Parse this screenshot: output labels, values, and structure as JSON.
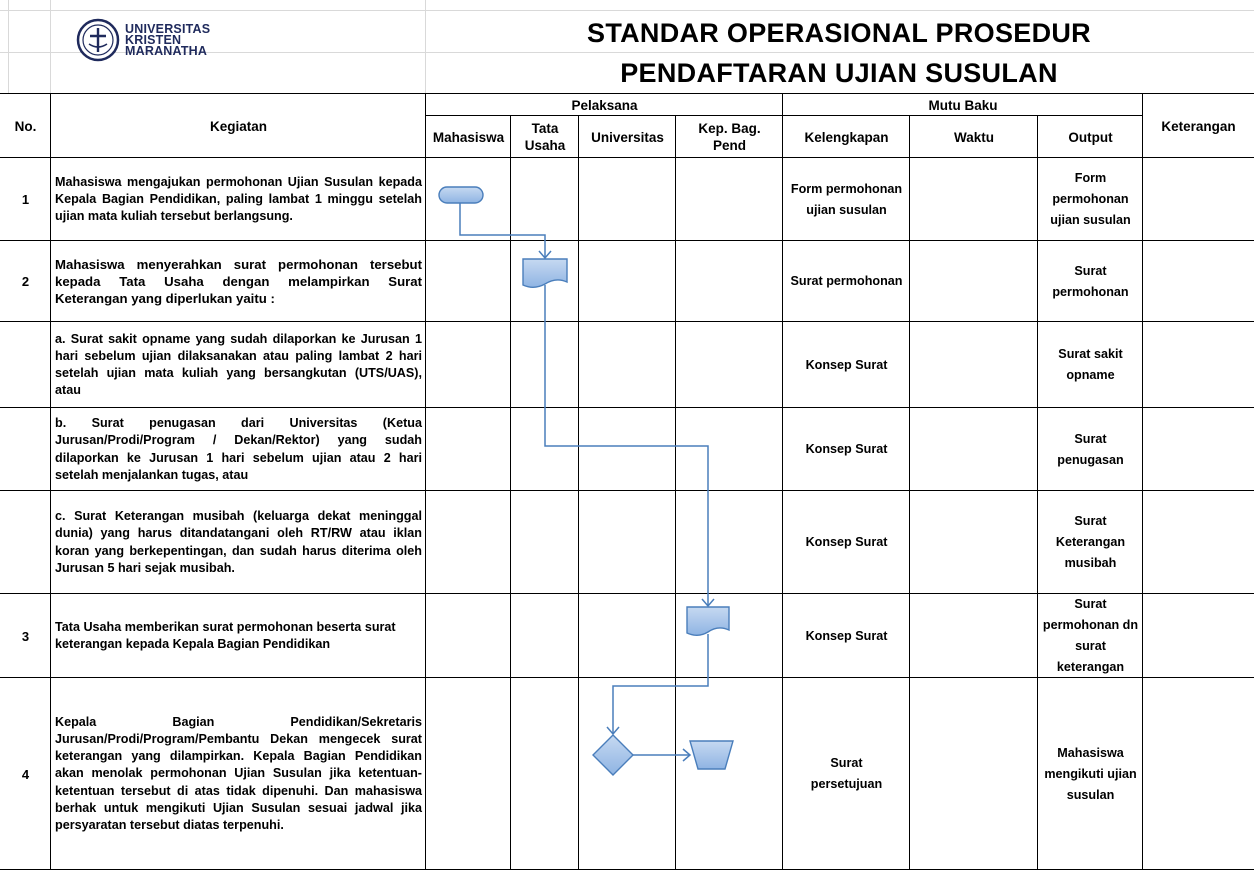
{
  "logo": {
    "line1": "UNIVERSITAS",
    "line2": "KRISTEN",
    "line3": "MARANATHA"
  },
  "title": {
    "line1": "STANDAR OPERASIONAL PROSEDUR",
    "line2": "PENDAFTARAN UJIAN SUSULAN"
  },
  "header": {
    "no": "No.",
    "kegiatan": "Kegiatan",
    "pelaksana": "Pelaksana",
    "mutu_baku": "Mutu Baku",
    "keterangan": "Keterangan",
    "mahasiswa": "Mahasiswa",
    "tata_usaha": "Tata Usaha",
    "universitas": "Universitas",
    "kep_bag_pend": "Kep. Bag. Pend",
    "kelengkapan": "Kelengkapan",
    "waktu": "Waktu",
    "output": "Output"
  },
  "rows": [
    {
      "no": "1",
      "kegiatan": "Mahasiswa mengajukan permohonan Ujian Susulan kepada Kepala Bagian Pendidikan, paling lambat 1 minggu setelah ujian mata kuliah tersebut berlangsung.",
      "kelengkapan": "Form permohonan ujian susulan",
      "waktu": "",
      "output": "Form permohonan ujian susulan",
      "keterangan": ""
    },
    {
      "no": "2",
      "kegiatan": "Mahasiswa menyerahkan surat permohonan tersebut kepada Tata Usaha dengan melampirkan Surat Keterangan yang diperlukan yaitu :",
      "kelengkapan": "Surat permohonan",
      "waktu": "",
      "output": "Surat permohonan",
      "keterangan": ""
    },
    {
      "no": "",
      "kegiatan": "a. Surat sakit opname yang sudah dilaporkan ke Jurusan 1 hari sebelum ujian dilaksanakan atau paling lambat 2 hari setelah ujian mata kuliah yang bersangkutan (UTS/UAS), atau",
      "kelengkapan": "Konsep Surat",
      "waktu": "",
      "output": "Surat sakit opname",
      "keterangan": ""
    },
    {
      "no": "",
      "kegiatan": "b. Surat penugasan dari Universitas (Ketua Jurusan/Prodi/Program / Dekan/Rektor) yang sudah dilaporkan ke Jurusan 1 hari sebelum ujian atau 2 hari setelah menjalankan tugas, atau",
      "kelengkapan": "Konsep Surat",
      "waktu": "",
      "output": "Surat penugasan",
      "keterangan": ""
    },
    {
      "no": "",
      "kegiatan": "c. Surat Keterangan musibah (keluarga dekat meninggal dunia) yang harus ditandatangani oleh RT/RW atau iklan koran yang berkepentingan, dan sudah harus diterima oleh Jurusan 5 hari sejak musibah.",
      "kelengkapan": "Konsep Surat",
      "waktu": "",
      "output": "Surat Keterangan musibah",
      "keterangan": ""
    },
    {
      "no": "3",
      "kegiatan": "Tata Usaha memberikan surat permohonan beserta surat keterangan kepada Kepala Bagian Pendidikan",
      "kelengkapan": "Konsep Surat",
      "waktu": "",
      "output": "Surat permohonan dn surat keterangan",
      "keterangan": ""
    },
    {
      "no": "4",
      "kegiatan": "Kepala Bagian Pendidikan/Sekretaris Jurusan/Prodi/Program/Pembantu Dekan mengecek surat keterangan yang dilampirkan. Kepala Bagian Pendidikan akan menolak permohonan Ujian Susulan jika ketentuan-ketentuan tersebut di atas tidak dipenuhi. Dan mahasiswa berhak untuk mengikuti Ujian Susulan sesuai jadwal jika persyaratan tersebut diatas terpenuhi.",
      "kelengkapan": "Surat persetujuan",
      "waktu": "",
      "output": "Mahasiswa mengikuti ujian susulan",
      "keterangan": ""
    }
  ],
  "flowchart": {
    "shapes": [
      "terminator-shape",
      "document-shape",
      "document-shape",
      "decision-diamond",
      "manual-operation-shape"
    ],
    "line_color": "#4a7ebb",
    "fill_color": "#a9c4ec"
  }
}
